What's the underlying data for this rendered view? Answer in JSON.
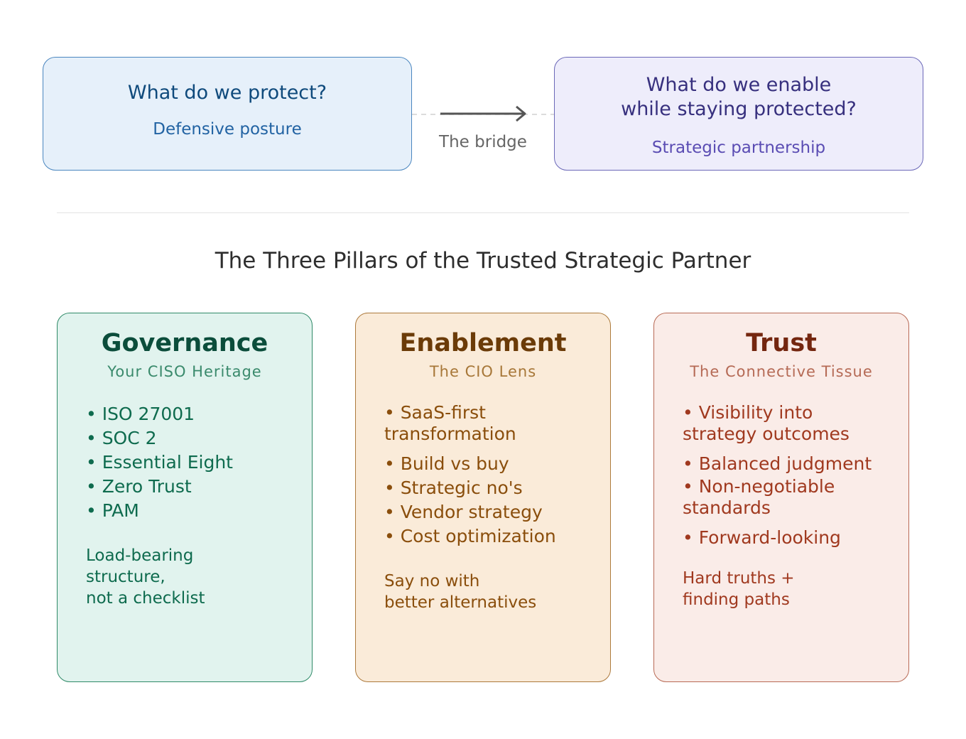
{
  "top": {
    "protect": {
      "title": "What do we protect?",
      "subtitle": "Defensive posture",
      "color": "#e6f0fa"
    },
    "bridge_label": "The bridge",
    "enable": {
      "title": "What do we enable\nwhile staying protected?",
      "subtitle": "Strategic partnership",
      "color": "#eeedfb"
    }
  },
  "section_title": "The Three Pillars of the Trusted Strategic Partner",
  "pillars": [
    {
      "title": "Governance",
      "subtitle": "Your CISO Heritage",
      "items": [
        "• ISO 27001",
        "• SOC 2",
        "• Essential Eight",
        "• Zero Trust",
        "• PAM"
      ],
      "note": "Load-bearing\nstructure,\nnot a checklist",
      "color": "#e1f3ee"
    },
    {
      "title": "Enablement",
      "subtitle": "The CIO Lens",
      "items": [
        "• SaaS-first\ntransformation",
        "• Build vs buy",
        "• Strategic no's",
        "• Vendor strategy",
        "• Cost optimization"
      ],
      "note": "Say no with\nbetter alternatives",
      "color": "#faebd9"
    },
    {
      "title": "Trust",
      "subtitle": "The Connective Tissue",
      "items": [
        "• Visibility into\nstrategy outcomes",
        "• Balanced judgment",
        "• Non-negotiable\nstandards",
        "• Forward-looking"
      ],
      "note": "Hard truths +\nfinding paths",
      "color": "#faece8"
    }
  ]
}
